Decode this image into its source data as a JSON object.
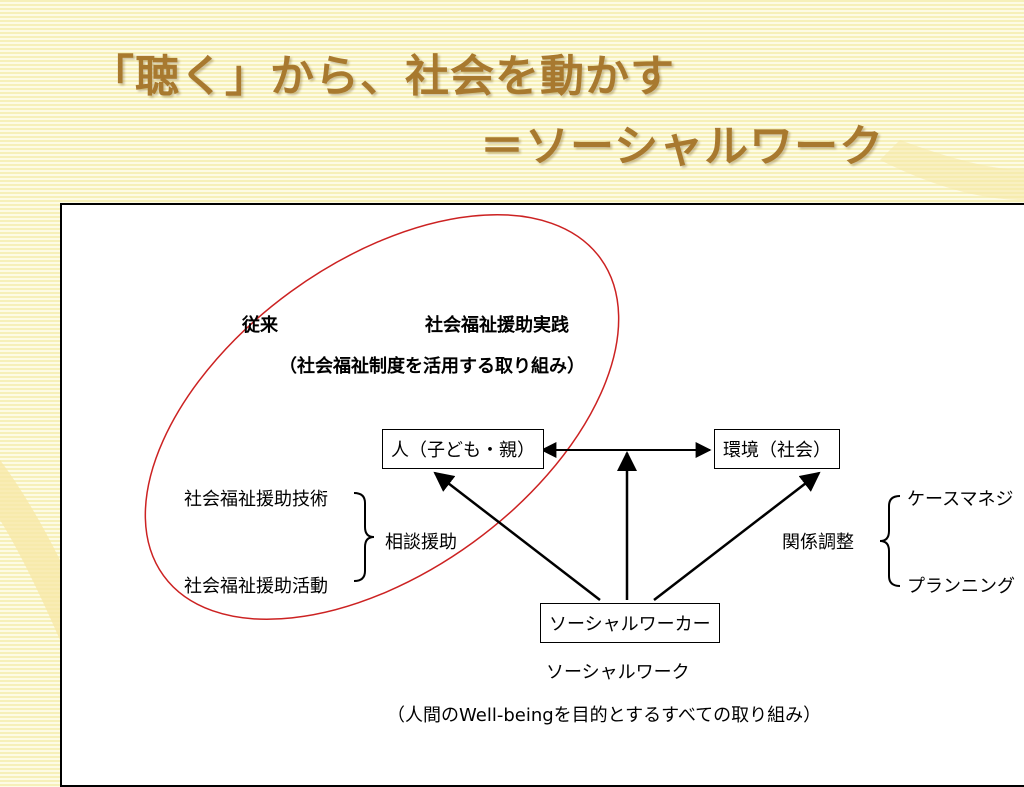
{
  "title": {
    "line1": "「聴く」から、社会を動かす",
    "line2": "＝ソーシャルワーク"
  },
  "diagram": {
    "traditional_label": "従来",
    "practice_label": "社会福祉援助実践",
    "practice_note": "（社会福祉制度を活用する取り組み）",
    "person_box": "人（子ども・親）",
    "environment_box": "環境（社会）",
    "technique_label": "社会福祉援助技術",
    "activity_label": "社会福祉援助活動",
    "consultation_label": "相談援助",
    "relationship_label": "関係調整",
    "case_management_label": "ケースマネジ",
    "planning_label": "プランニング",
    "social_worker_box": "ソーシャルワーカー",
    "social_work_label": "ソーシャルワーク",
    "social_work_note": "（人間のWell-beingを目的とするすべての取り組み）"
  },
  "colors": {
    "title": "#a8792f",
    "ellipse": "#cc2222"
  }
}
